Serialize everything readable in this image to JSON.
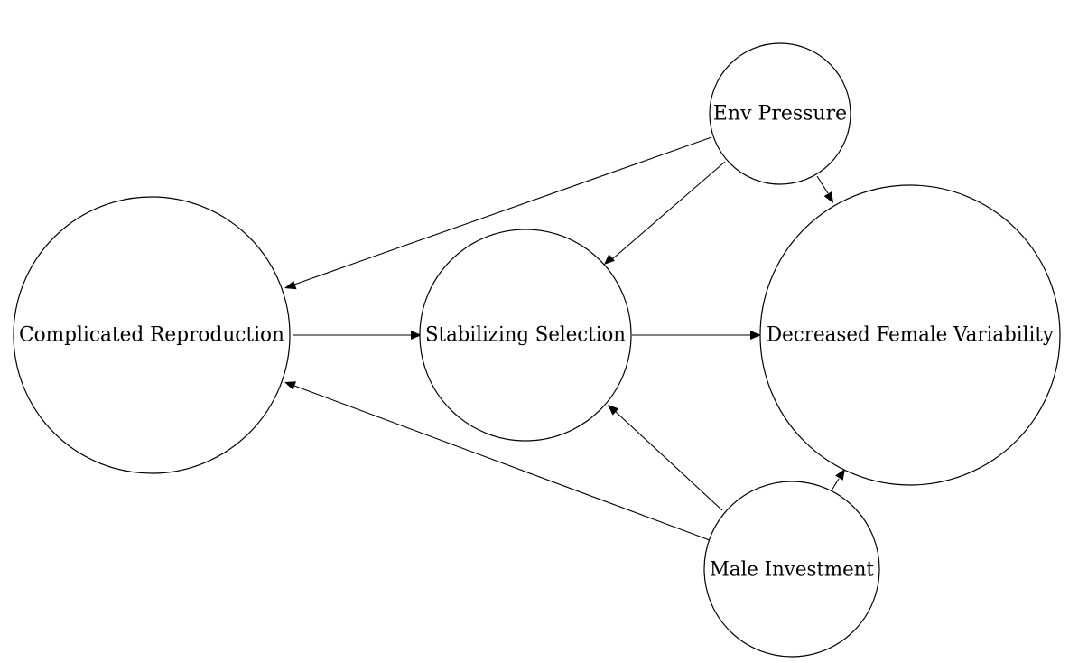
{
  "nodes": {
    "env_pressure": {
      "label": "Env Pressure"
    },
    "complicated_reproduction": {
      "label": "Complicated Reproduction"
    },
    "stabilizing_selection": {
      "label": "Stabilizing Selection"
    },
    "decreased_female_variability": {
      "label": "Decreased Female Variability"
    },
    "male_investment": {
      "label": "Male Investment"
    }
  },
  "edges": [
    {
      "from": "env_pressure",
      "to": "complicated_reproduction"
    },
    {
      "from": "env_pressure",
      "to": "stabilizing_selection"
    },
    {
      "from": "env_pressure",
      "to": "decreased_female_variability"
    },
    {
      "from": "complicated_reproduction",
      "to": "stabilizing_selection"
    },
    {
      "from": "stabilizing_selection",
      "to": "decreased_female_variability"
    },
    {
      "from": "male_investment",
      "to": "complicated_reproduction"
    },
    {
      "from": "male_investment",
      "to": "stabilizing_selection"
    },
    {
      "from": "male_investment",
      "to": "decreased_female_variability"
    }
  ]
}
